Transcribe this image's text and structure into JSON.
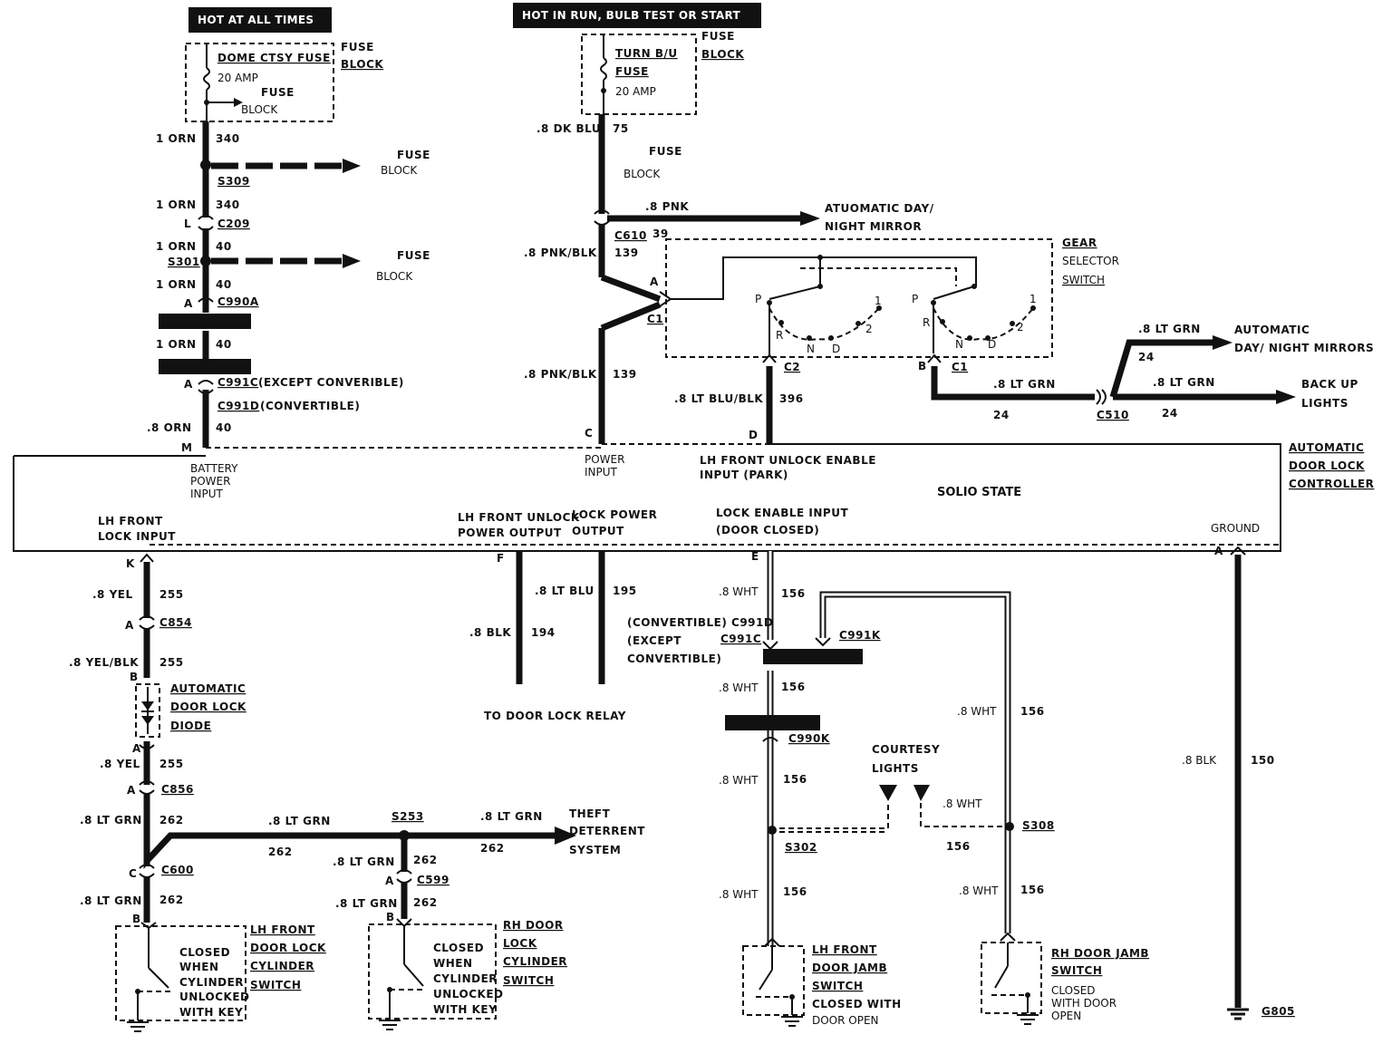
{
  "headers": {
    "hot_at_all_times": "HOT AT ALL TIMES",
    "hot_in_run": "HOT IN RUN,  BULB TEST OR START"
  },
  "fuse_left": {
    "name": "DOME CTSY FUSE",
    "amp": "20 AMP",
    "fuse": "FUSE",
    "block": "BLOCK",
    "fb1": "FUSE",
    "fb2": "BLOCK"
  },
  "fuse_right": {
    "name1": "TURN B/U",
    "name2": "FUSE",
    "amp": "20 AMP",
    "fb1": "FUSE",
    "fb2": "BLOCK"
  },
  "left_feed": {
    "w1": "1 ORN",
    "c1": "340",
    "s309": "S309",
    "fuse1": "FUSE",
    "block1": "BLOCK",
    "w2": "1 ORN",
    "c2": "340",
    "l": "L",
    "c209": "C209",
    "w3": "1 ORN",
    "c3": "40",
    "s301": "S301",
    "fuse2": "FUSE",
    "block2": "BLOCK",
    "w4": "1 ORN",
    "c4": "40",
    "a1": "A",
    "c990a": "C990A",
    "w5": "1 ORN",
    "c5": "40",
    "a2": "A",
    "c991c": "C991C",
    "except_conv": "(EXCEPT CONVERIBLE)",
    "c991d": "C991D",
    "convertible": "(CONVERTIBLE)",
    "w6": ".8 ORN",
    "c6": "40",
    "m": "M"
  },
  "mid_feed": {
    "w1": ".8 DK BLU",
    "c1": "75",
    "fuse": "FUSE",
    "block": "BLOCK",
    "pnk": ".8 PNK",
    "mirror1": "ATUOMATIC DAY/",
    "mirror2": "NIGHT MIRROR",
    "c610": "C610",
    "c39": "39",
    "w2": ".8 PNK/BLK",
    "c2": "139",
    "a": "A",
    "c1pin": "C1",
    "w3": ".8 PNK/BLK",
    "c3": "139",
    "cpin": "C",
    "power1": "POWER",
    "power2": "INPUT"
  },
  "gear": {
    "title1": "GEAR",
    "title2": "SELECTOR",
    "title3": "SWITCH",
    "p1": "P",
    "r1": "R",
    "n1": "N",
    "d1": "D",
    "two1": "2",
    "one1": "1",
    "p2": "P",
    "r2": "R",
    "n2": "N",
    "d2": "D",
    "two2": "2",
    "one2": "1",
    "c2": "C2",
    "c1": "C1",
    "b": "B",
    "w_ltblu": ".8 LT BLU/BLK",
    "c396": "396",
    "dpin": "D"
  },
  "backup": {
    "w1": ".8 LT GRN",
    "c1": "24",
    "c510": "C510",
    "w2": ".8 LT GRN",
    "c2": "24",
    "w3": ".8 LT GRN",
    "c3": "24",
    "auto1": "AUTOMATIC",
    "auto2": "DAY/ NIGHT MIRRORS",
    "back1": "BACK UP",
    "back2": "LIGHTS"
  },
  "controller": {
    "title1": "AUTOMATIC",
    "title2": "DOOR LOCK",
    "title3": "CONTROLLER",
    "solid": "SOLIO STATE",
    "batt1": "BATTERY",
    "batt2": "POWER",
    "batt3": "INPUT",
    "lhunlock_en1": "LH FRONT UNLOCK ENABLE",
    "lhunlock_en2": "INPUT (PARK)",
    "lhlock1": "LH FRONT",
    "lhlock2": "LOCK INPUT",
    "unlockout1": "LH FRONT UNLOCK",
    "unlockout2": "POWER OUTPUT",
    "lockout1": "LOCK POWER",
    "lockout2": "OUTPUT",
    "lockenable1": "LOCK ENABLE INPUT",
    "lockenable2": "(DOOR CLOSED)",
    "ground": "GROUND"
  },
  "lower_left": {
    "k": "K",
    "w1": ".8 YEL",
    "c1": "255",
    "a1": "A",
    "c854": "C854",
    "w2": ".8 YEL/BLK",
    "c2": "255",
    "b1": "B",
    "diode1": "AUTOMATIC",
    "diode2": "DOOR LOCK",
    "diode3": "DIODE",
    "a2": "A",
    "w3": ".8 YEL",
    "c3": "255",
    "a3": "A",
    "c856": "C856",
    "w4": ".8 LT GRN",
    "c4": "262",
    "w5": ".8 LT GRN",
    "c5": "262",
    "s253": "S253",
    "w6": ".8 LT GRN",
    "c6": "262",
    "theft1": "THEFT",
    "theft2": "DETERRENT",
    "theft3": "SYSTEM",
    "cpin": "C",
    "c600": "C600",
    "w7": ".8 LT GRN",
    "c7": "262",
    "w8": ".8 LT GRN",
    "c8": "262",
    "a4": "A",
    "c599": "C599",
    "w9": ".8 LT GRN",
    "c9": "262",
    "b2": "B",
    "b3": "B"
  },
  "lh_cyl": {
    "t1": "LH FRONT",
    "t2": "DOOR LOCK",
    "t3": "CYLINDER",
    "t4": "SWITCH",
    "n1": "CLOSED",
    "n2": "WHEN",
    "n3": "CYLINDER",
    "n4": "UNLOCKED",
    "n5": "WITH KEY"
  },
  "rh_cyl": {
    "t1": "RH DOOR",
    "t2": "LOCK",
    "t3": "CYLINDER",
    "t4": "SWITCH",
    "n1": "CLOSED",
    "n2": "WHEN",
    "n3": "CYLINDER",
    "n4": "UNLOCKED",
    "n5": "WITH KEY"
  },
  "relay": {
    "f": "F",
    "w1": ".8 BLK",
    "c1": "194",
    "w2": ".8 LT BLU",
    "c2": "195",
    "to": "TO DOOR LOCK RELAY"
  },
  "courtesy": {
    "e": "E",
    "w1": ".8 WHT",
    "c1": "156",
    "conv": "(CONVERTIBLE) C991D",
    "except1": "(EXCEPT",
    "c991c": "C991C",
    "except2": "CONVERTIBLE)",
    "c991k": "C991K",
    "w2": ".8 WHT",
    "c2": "156",
    "c990k": "C990K",
    "w3": ".8 WHT",
    "c3": "156",
    "s302": "S302",
    "w4": ".8 WHT",
    "c4": "156",
    "lights1": "COURTESY",
    "lights2": "LIGHTS",
    "w5": ".8 WHT",
    "c5": "156",
    "s308": "S308",
    "w6": ".8 WHT",
    "c6": "156",
    "w7": ".8 WHT",
    "c7": "156",
    "w8": ".8 WHT"
  },
  "lh_jamb": {
    "t1": "LH FRONT",
    "t2": "DOOR JAMB",
    "t3": "SWITCH",
    "t4": "CLOSED WITH",
    "t5": "DOOR OPEN"
  },
  "rh_jamb": {
    "t1": "RH DOOR JAMB",
    "t2": "SWITCH",
    "t3": "CLOSED",
    "t4": "WITH DOOR",
    "t5": "OPEN"
  },
  "ground": {
    "a": "A",
    "w": ".8 BLK",
    "c": "150",
    "g805": "G805"
  }
}
